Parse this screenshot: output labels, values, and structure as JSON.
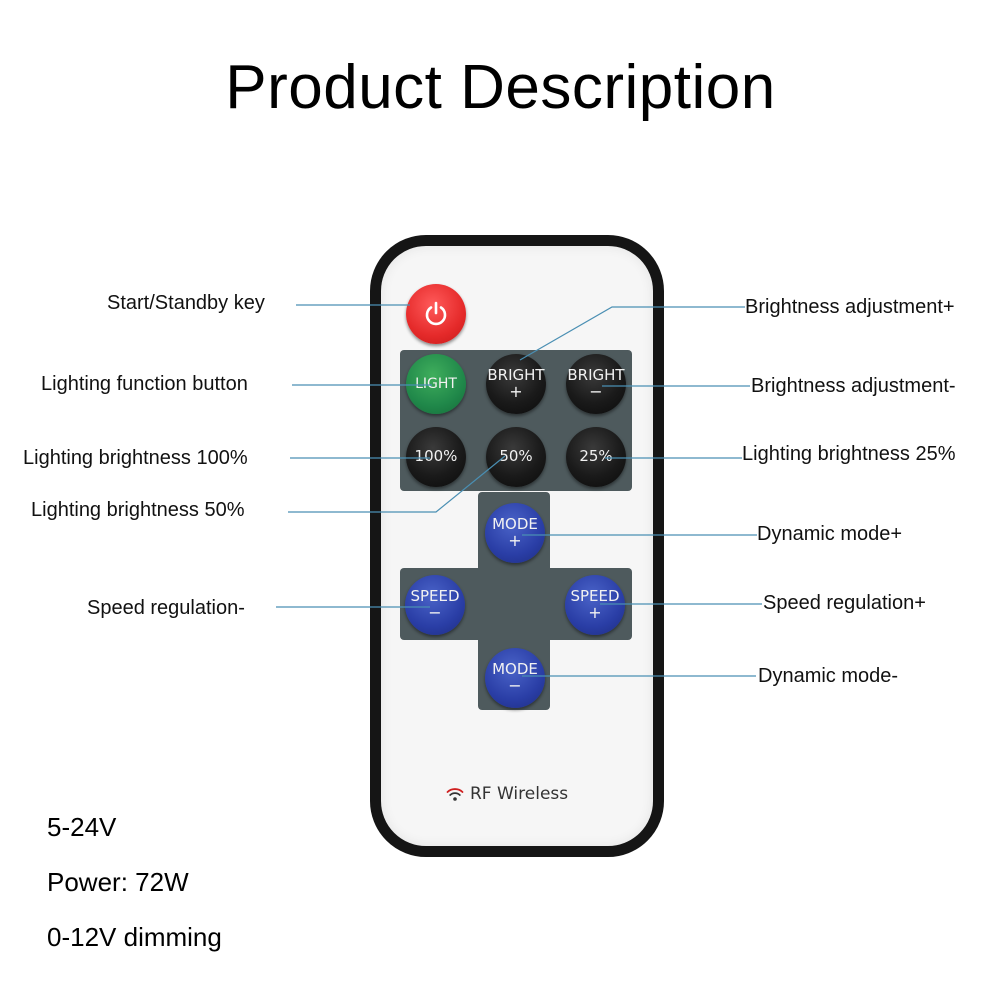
{
  "title": "Product Description",
  "colors": {
    "line": "#4a8fb3",
    "remote_border": "#151515",
    "panel": "#4e5a5d",
    "power_button": "#e52a2a",
    "light_button": "#20884a",
    "mode_speed_buttons": "#2a3ea6",
    "level_buttons": "#1a1a1a"
  },
  "remote": {
    "power_icon": "power-icon",
    "buttons": {
      "light": "LIGHT",
      "bright_plus": {
        "top": "BRIGHT",
        "sub": "+"
      },
      "bright_minus": {
        "top": "BRIGHT",
        "sub": "−"
      },
      "b100": "100%",
      "b50": "50%",
      "b25": "25%",
      "mode_plus": {
        "top": "MODE",
        "sub": "+"
      },
      "speed_minus": {
        "top": "SPEED",
        "sub": "−"
      },
      "speed_plus": {
        "top": "SPEED",
        "sub": "+"
      },
      "mode_minus": {
        "top": "MODE",
        "sub": "−"
      }
    },
    "rf_icon": "wifi-icon",
    "rf_label": "RF Wireless"
  },
  "labels": {
    "start_standby": "Start/Standby key",
    "lighting_function": "Lighting function button",
    "brightness_100": "Lighting brightness 100%",
    "brightness_50": "Lighting brightness 50%",
    "speed_minus": "Speed regulation-",
    "brightness_plus": "Brightness adjustment+",
    "brightness_minus": "Brightness adjustment-",
    "brightness_25": "Lighting brightness 25%",
    "mode_plus": "Dynamic mode+",
    "speed_plus": "Speed regulation+",
    "mode_minus": "Dynamic mode-"
  },
  "specs": {
    "voltage": "5-24V",
    "power": "Power: 72W",
    "dimming": "0-12V dimming"
  }
}
